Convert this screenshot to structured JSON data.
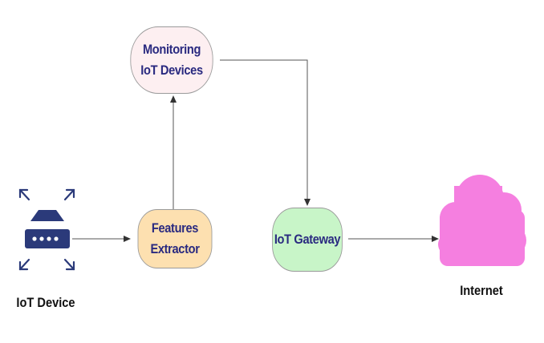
{
  "nodes": {
    "monitoring": {
      "line1": "Monitoring",
      "line2": "IoT Devices"
    },
    "features": {
      "line1": "Features",
      "line2": "Extractor"
    },
    "gateway": {
      "label": "IoT Gateway"
    }
  },
  "labels": {
    "iot_device": "IoT Device",
    "internet": "Internet"
  },
  "icons": {
    "device": "iot-device-icon",
    "cloud": "cloud-icon"
  },
  "colors": {
    "monitoring_fill": "#fdeff1",
    "features_fill": "#fde0b0",
    "gateway_fill": "#c8f5c8",
    "cloud_fill": "#f57fe0",
    "node_text": "#2a2a80",
    "device_icon": "#2b3a7a"
  }
}
